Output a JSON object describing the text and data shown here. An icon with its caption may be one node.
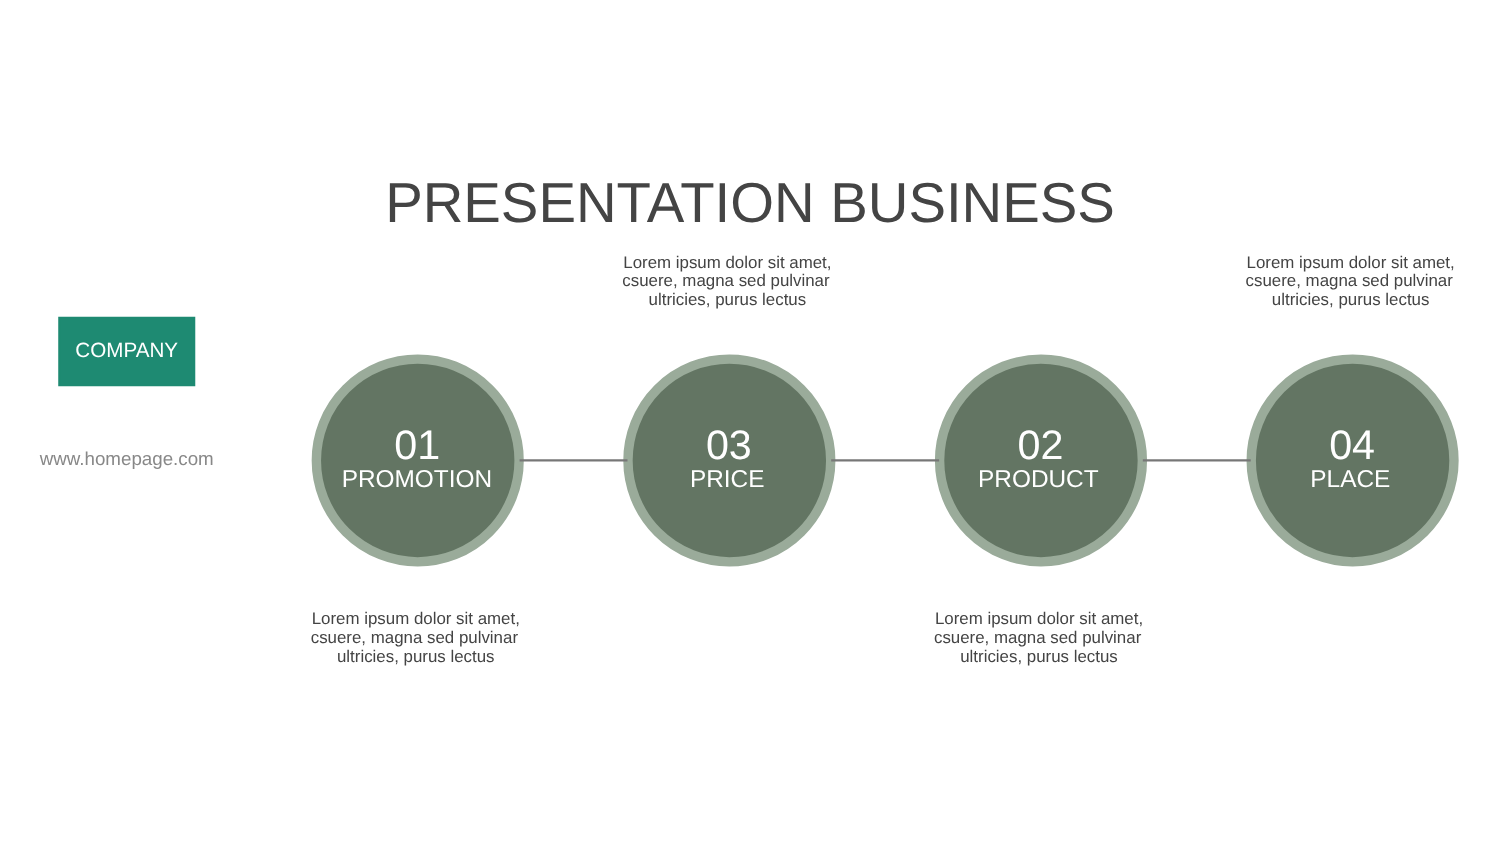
{
  "diagram": {
    "title": "PRESENTATION BUSINESS",
    "nodes": [
      {
        "text": [
          "01",
          "PROMOTION"
        ],
        "beside": [
          "Lorem ipsum dolor sit amet, csuere, magna sed pulvinar ultricies, purus lectus"
        ]
      },
      {
        "text": [
          "03",
          "PRICE"
        ],
        "beside": [
          "Lorem ipsum dolor sit amet, csuere, magna sed pulvinar ultricies, purus lectus"
        ]
      },
      {
        "text": [
          "02",
          "PRODUCT"
        ],
        "beside": [
          "Lorem ipsum dolor sit amet, csuere, magna sed pulvinar ultricies, purus lectus"
        ]
      },
      {
        "text": [
          "04",
          "PLACE"
        ],
        "beside": [
          "Lorem ipsum dolor sit amet, csuere, magna sed pulvinar ultricies, purus lectus"
        ]
      }
    ],
    "edges": [
      {
        "from": 0,
        "to": 1,
        "arrow": "none"
      },
      {
        "from": 1,
        "to": 2,
        "arrow": "none"
      },
      {
        "from": 2,
        "to": 3,
        "arrow": "none"
      }
    ],
    "labels": [
      "www.homepage.com",
      "COMPANY"
    ]
  }
}
